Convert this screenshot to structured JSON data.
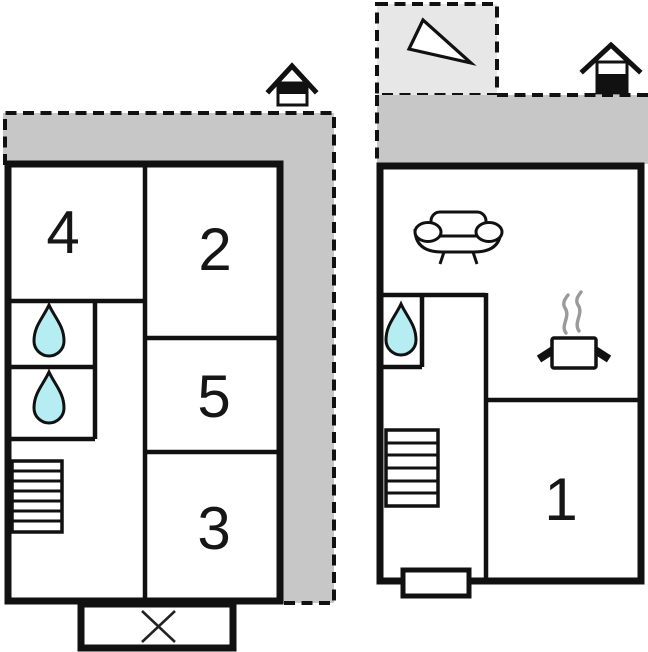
{
  "floors": {
    "upper": {
      "room_labels": {
        "room4": "4",
        "room2": "2",
        "room5": "5",
        "room3": "3"
      },
      "icons": [
        "house-upper-floor-icon",
        "water-drop-icon",
        "water-drop-icon",
        "stairs-icon",
        "entrance-cross-icon",
        "terrace"
      ]
    },
    "ground": {
      "room_labels": {
        "room1": "1"
      },
      "icons": [
        "north-arrow-icon",
        "house-ground-floor-icon",
        "sofa-icon",
        "water-drop-icon",
        "cooking-pot-icon",
        "steam-icon",
        "stairs-icon",
        "door-marker",
        "terrace"
      ]
    }
  },
  "colors": {
    "wall": "#111111",
    "terrace": "#c7c7c7",
    "court": "#e7e7e7",
    "water": "#b5edf2",
    "steam": "#9a9a9a"
  }
}
